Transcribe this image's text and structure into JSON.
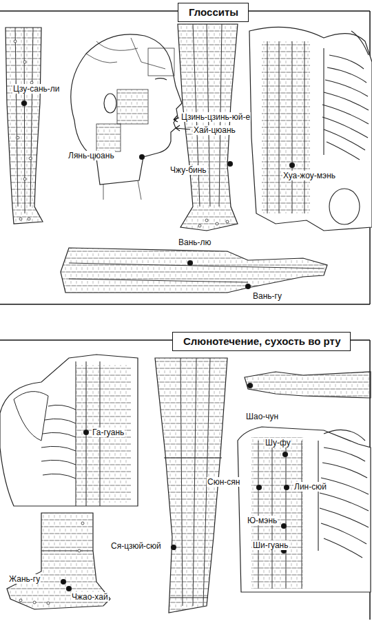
{
  "diagram": {
    "nodes": [
      {
        "text": [
          "Глосситы"
        ]
      },
      {
        "text": [
          "Слюнотечение, сухость во рту"
        ]
      }
    ],
    "labels": [
      "Цзу-сань-ли",
      "Цзинь-цзинь-юй-е",
      "Хай-цюань",
      "Лянь-цюань",
      "Чжу-бинь",
      "Хуа-жоу-мэнь",
      "Вань-лю",
      "Вань-гу",
      "Га-гуань",
      "Шао-чун",
      "Шу-фу",
      "Сюн-сян",
      "Лин-сюй",
      "Ю-мэнь",
      "Ши-гуань",
      "Ся-цзюй-сюй",
      "Жань-гу",
      "Чжао-хай"
    ]
  }
}
